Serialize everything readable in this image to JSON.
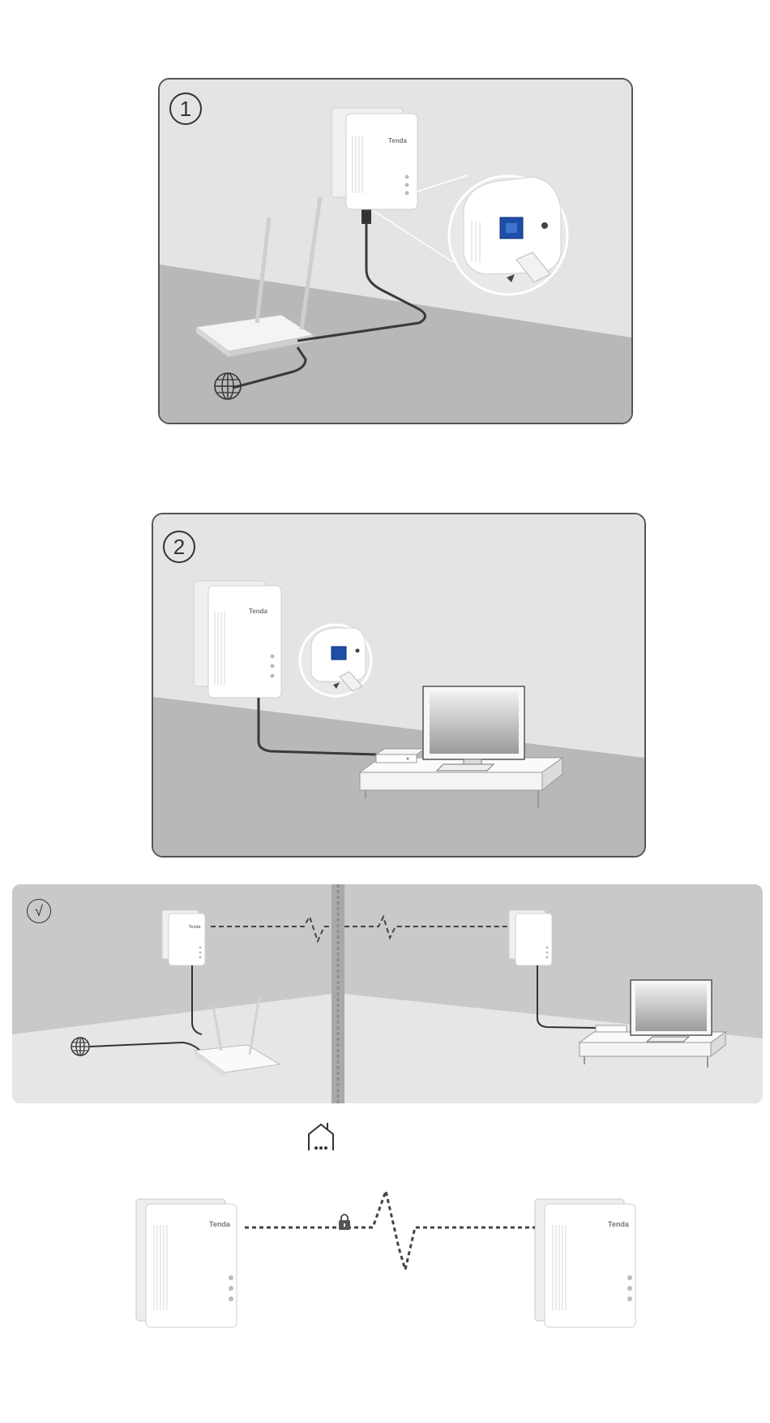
{
  "steps": [
    {
      "badge": "1",
      "device_brand": "Tenda"
    },
    {
      "badge": "2",
      "device_brand": "Tenda"
    }
  ],
  "result": {
    "badge": "√",
    "device_brand": "Tenda"
  },
  "pairing": {
    "device_brand_left": "Tenda",
    "device_brand_right": "Tenda"
  },
  "icons": [
    "globe-icon",
    "house-icon",
    "lock-icon",
    "powerline-signal-icon"
  ],
  "colors": {
    "panel_bg": "#e3e3e3",
    "floor": "#b9b9b9",
    "border": "#555555",
    "port_blue": "#1d4fa8"
  }
}
